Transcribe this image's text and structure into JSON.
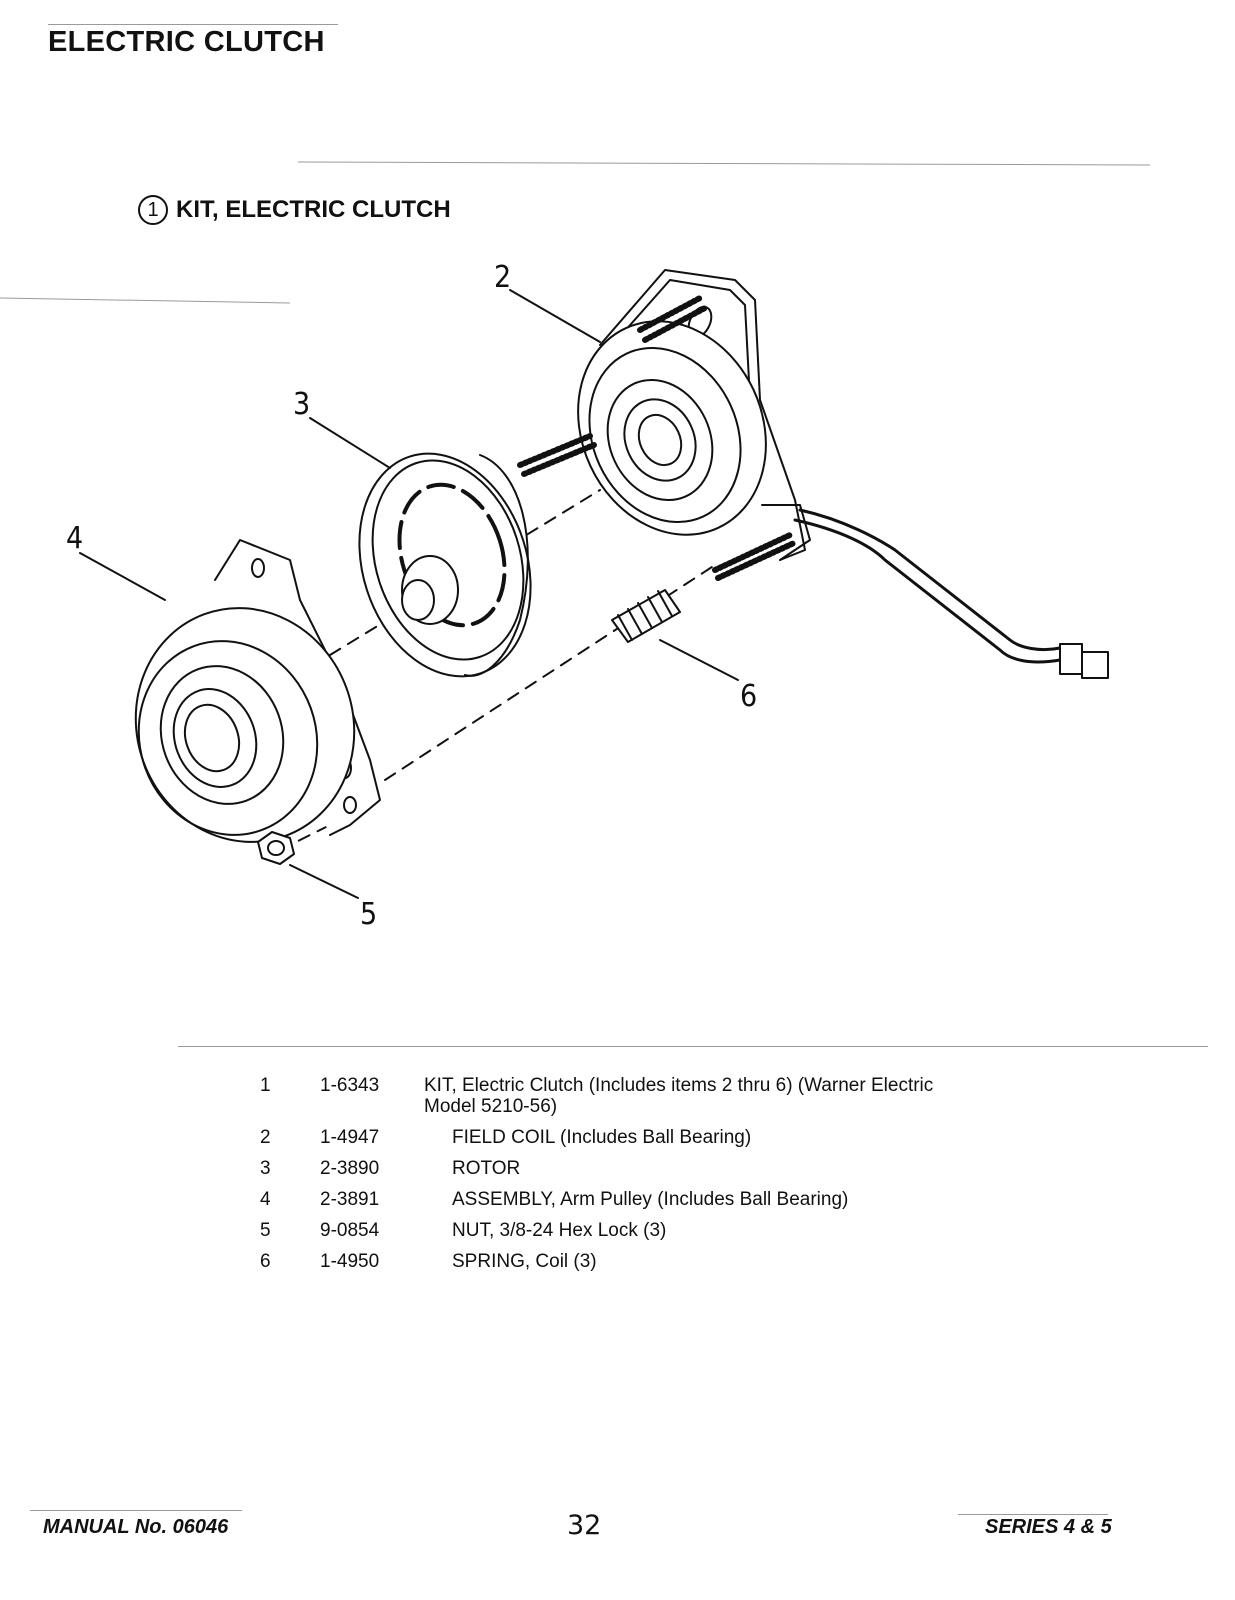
{
  "page": {
    "title": "ELECTRIC CLUTCH",
    "kit_heading": {
      "number": "1",
      "label": "KIT, ELECTRIC CLUTCH"
    }
  },
  "diagram": {
    "callouts": [
      "2",
      "3",
      "4",
      "5",
      "6"
    ]
  },
  "parts_list": [
    {
      "item": "1",
      "part_no": "1-6343",
      "description": "KIT, Electric Clutch (Includes items 2 thru 6) (Warner Electric Model 5210-56)"
    },
    {
      "item": "2",
      "part_no": "1-4947",
      "description": "FIELD COIL (Includes Ball Bearing)"
    },
    {
      "item": "3",
      "part_no": "2-3890",
      "description": "ROTOR"
    },
    {
      "item": "4",
      "part_no": "2-3891",
      "description": "ASSEMBLY, Arm Pulley (Includes Ball Bearing)"
    },
    {
      "item": "5",
      "part_no": "9-0854",
      "description": "NUT, 3/8-24 Hex Lock (3)"
    },
    {
      "item": "6",
      "part_no": "1-4950",
      "description": "SPRING, Coil (3)"
    }
  ],
  "footer": {
    "manual": "MANUAL No. 06046",
    "page_number": "32",
    "series": "SERIES 4 & 5"
  }
}
